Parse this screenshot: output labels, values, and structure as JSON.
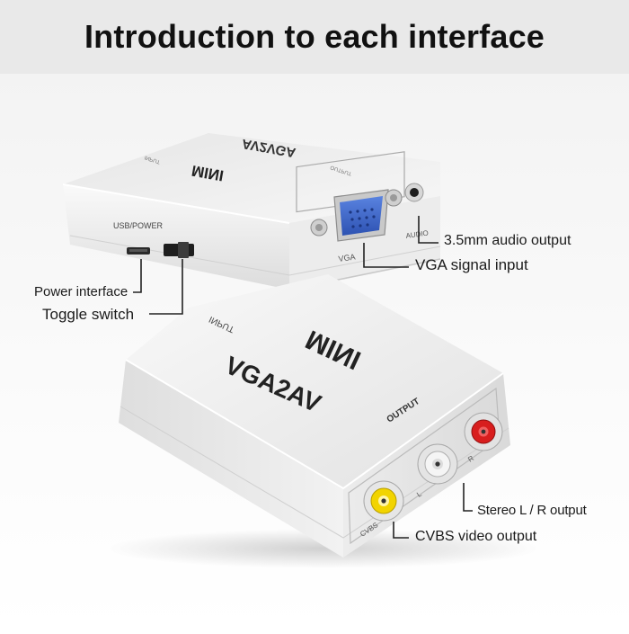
{
  "header": {
    "title": "Introduction to each interface"
  },
  "back_device": {
    "top_label": "AV2VGA",
    "top_brand": "MINI",
    "top_input_label": "INPUT",
    "top_output_label": "OUTPUT",
    "usb_label": "USB/POWER",
    "vga_label": "VGA",
    "audio_label": "AUDIO"
  },
  "front_device": {
    "brand": "MINI",
    "model": "VGA2AV",
    "input_label": "INPUT",
    "output_label": "OUTPUT",
    "cvbs_label": "CVBS",
    "l_label": "L",
    "r_label": "R"
  },
  "callouts": {
    "audio_output": "3.5mm audio output",
    "vga_input": "VGA signal input",
    "power_interface": "Power interface",
    "toggle_switch": "Toggle switch",
    "stereo_output": "Stereo L / R output",
    "cvbs_output": "CVBS video output"
  },
  "colors": {
    "header_bg": "#e9e9e9",
    "device_white": "#f4f4f4",
    "vga_blue": "#3a63c9",
    "rca_yellow": "#f2d400",
    "rca_red": "#d81e1e",
    "rca_white": "#f2f2f2"
  }
}
